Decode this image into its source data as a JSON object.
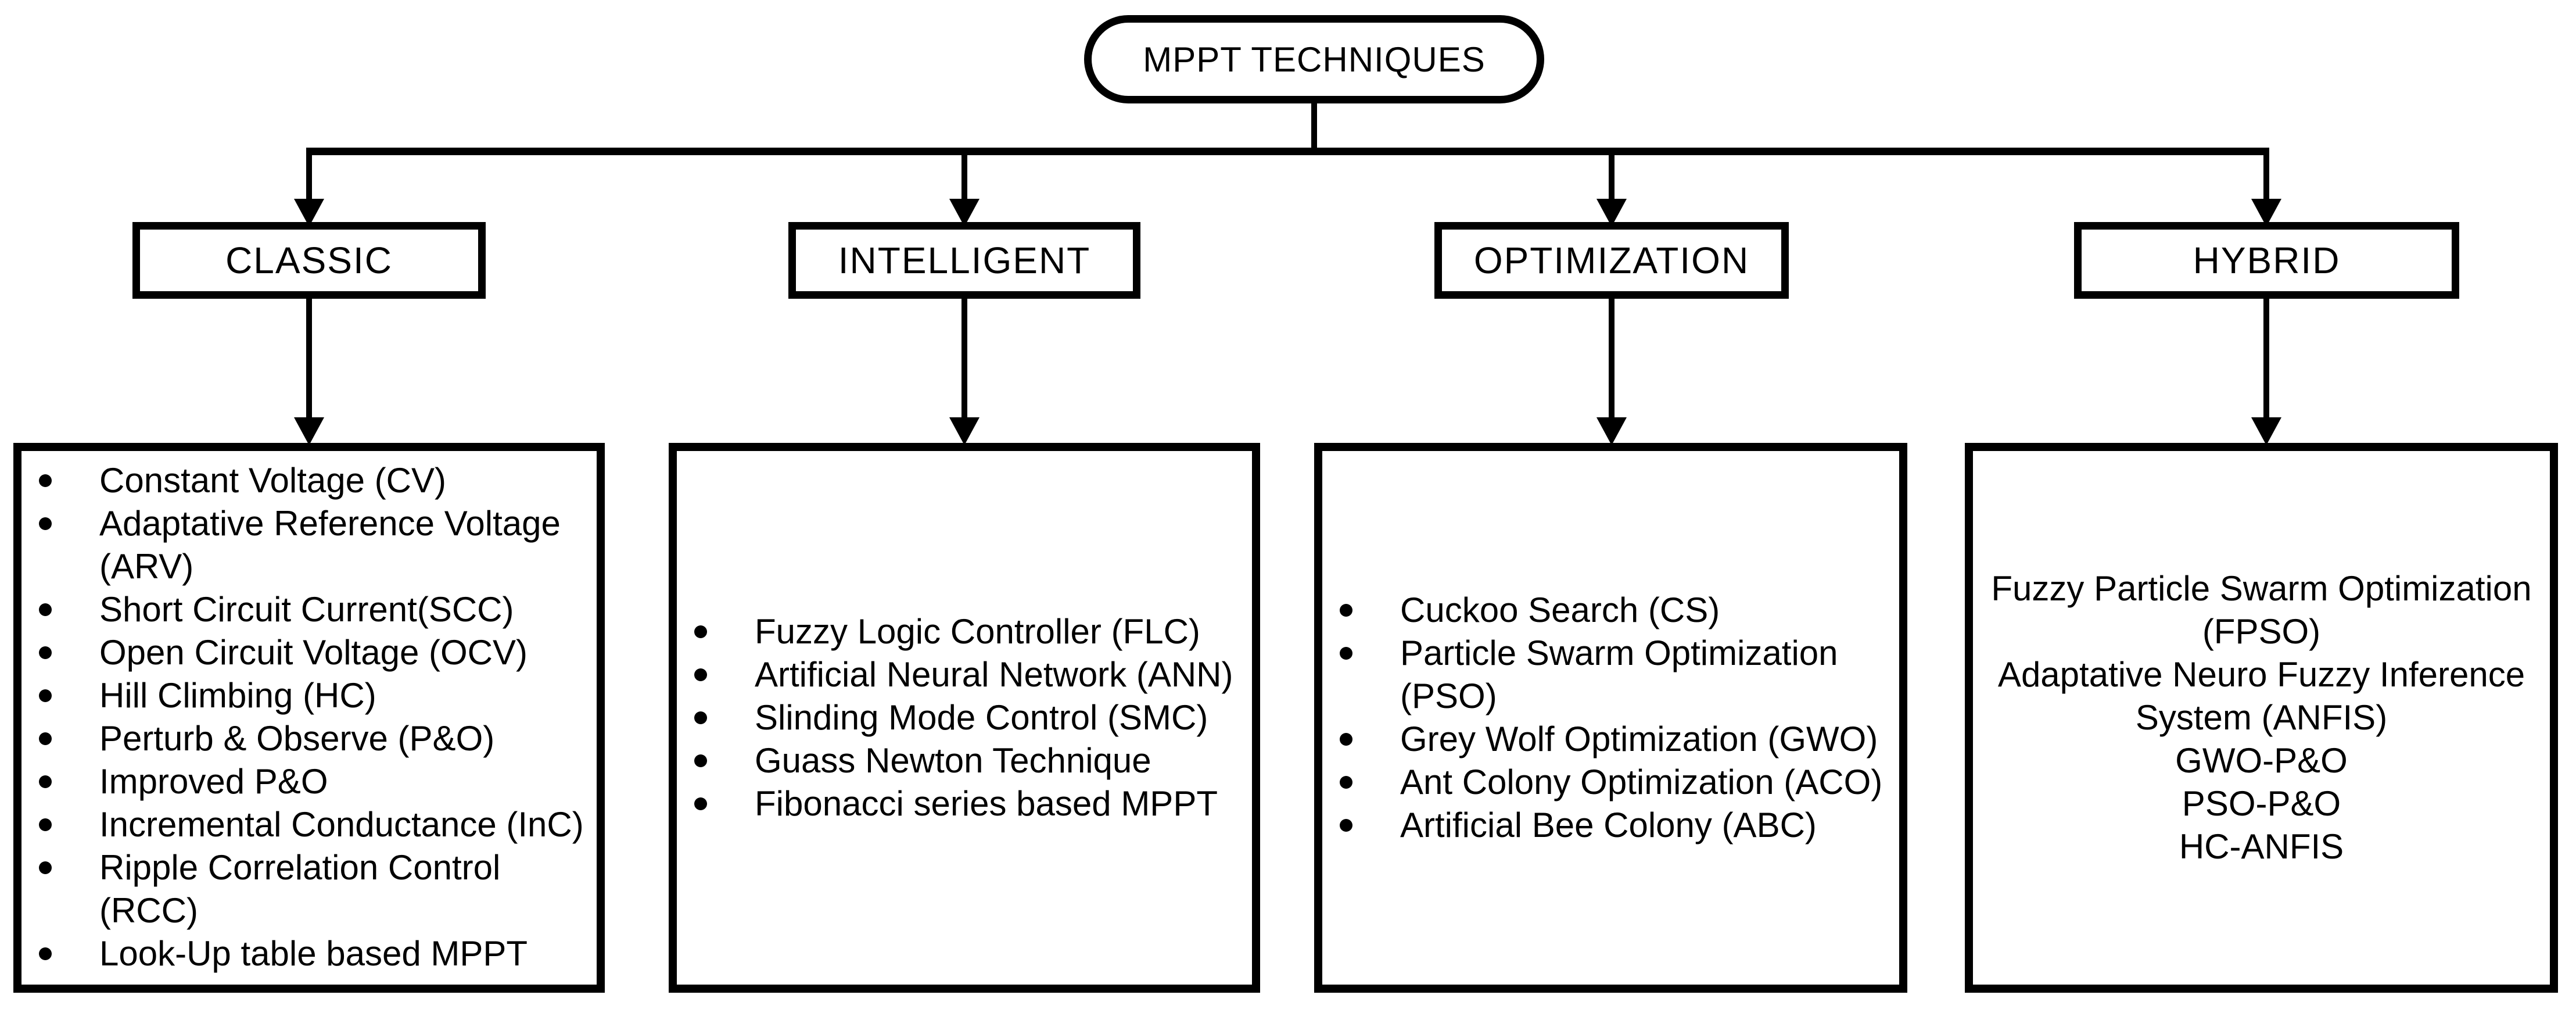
{
  "diagram": {
    "root": {
      "label": "MPPT TECHNIQUES"
    },
    "branches": [
      {
        "label": "CLASSIC",
        "list_style": "bulleted",
        "items": [
          "Constant Voltage (CV)",
          "Adaptative Reference Voltage (ARV)",
          "Short Circuit Current(SCC)",
          "Open Circuit Voltage (OCV)",
          "Hill Climbing (HC)",
          "Perturb & Observe (P&O)",
          "Improved P&O",
          "Incremental Conductance (InC)",
          "Ripple Correlation Control (RCC)",
          "Look-Up table based MPPT"
        ]
      },
      {
        "label": "INTELLIGENT",
        "list_style": "bulleted",
        "items": [
          "Fuzzy Logic Controller (FLC)",
          "Artificial Neural Network (ANN)",
          "Slinding Mode Control (SMC)",
          "Guass Newton Technique",
          "Fibonacci series based MPPT"
        ]
      },
      {
        "label": "OPTIMIZATION",
        "list_style": "bulleted",
        "items": [
          "Cuckoo Search (CS)",
          "Particle Swarm Optimization (PSO)",
          "Grey Wolf Optimization (GWO)",
          "Ant Colony Optimization (ACO)",
          "Artificial Bee Colony (ABC)"
        ]
      },
      {
        "label": "HYBRID",
        "list_style": "plain-centered",
        "items": [
          "Fuzzy Particle Swarm Optimization (FPSO)",
          "Adaptative Neuro Fuzzy Inference System (ANFIS)",
          "GWO-P&O",
          "PSO-P&O",
          "HC-ANFIS"
        ]
      }
    ],
    "colors": {
      "line": "#000000",
      "background": "#ffffff",
      "text": "#000000"
    }
  }
}
